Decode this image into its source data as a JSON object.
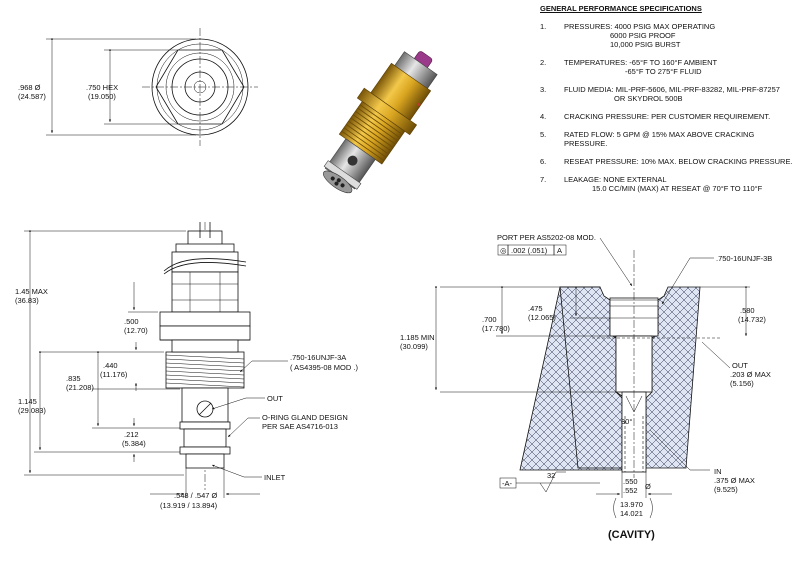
{
  "specs": {
    "title": "GENERAL PERFORMANCE SPECIFICATIONS",
    "items": [
      {
        "num": "1.",
        "label": "PRESSURES:",
        "lines": [
          "4000 PSIG MAX OPERATING",
          "6000 PSIG PROOF",
          "10,000 PSIG BURST"
        ]
      },
      {
        "num": "2.",
        "label": "TEMPERATURES:",
        "lines": [
          "-65°F TO 160°F AMBIENT",
          "-65°F TO 275°F FLUID"
        ]
      },
      {
        "num": "3.",
        "label": "FLUID MEDIA:",
        "lines": [
          "MIL-PRF-5606, MIL-PRF-83282, MIL-PRF-87257",
          "OR SKYDROL 500B"
        ]
      },
      {
        "num": "4.",
        "label": "CRACKING PRESSURE:",
        "lines": [
          "PER CUSTOMER REQUIREMENT."
        ]
      },
      {
        "num": "5.",
        "label": "RATED FLOW:",
        "lines": [
          "5 GPM @ 15% MAX ABOVE CRACKING PRESSURE."
        ]
      },
      {
        "num": "6.",
        "label": "RESEAT PRESSURE:",
        "lines": [
          "10% MAX. BELOW CRACKING PRESSURE."
        ]
      },
      {
        "num": "7.",
        "label": "LEAKAGE:",
        "lines": [
          "NONE EXTERNAL",
          "15.0 CC/MIN (MAX) AT RESEAT @ 70°F  TO 110°F"
        ]
      }
    ]
  },
  "end_view": {
    "dia_in": ".968 Ø",
    "dia_mm": "(24.587)",
    "hex_in": ".750 HEX",
    "hex_mm": "(19.050)"
  },
  "side_view": {
    "overall_in": "1.45 MAX",
    "overall_mm": "(36.83)",
    "d500_in": ".500",
    "d500_mm": "(12.70)",
    "d440_in": ".440",
    "d440_mm": "(11.176)",
    "d835_in": ".835",
    "d835_mm": "(21.208)",
    "d1145_in": "1.145",
    "d1145_mm": "(29.083)",
    "d212_in": ".212",
    "d212_mm": "(5.384)",
    "thread": ".750-16UNJF-3A",
    "thread_std": "( AS4395-08 MOD .)",
    "out": "OUT",
    "oring_1": "O-RING GLAND DESIGN",
    "oring_2": "PER SAE AS4716-013",
    "inlet": "INLET",
    "dia_in": ".548 / .547 Ø",
    "dia_mm": "(13.919 / 13.894)"
  },
  "cavity": {
    "port": "PORT PER AS5202-08 MOD.",
    "tol_symbol": "◎",
    "tol_value": ".002 (.051)",
    "tol_datum": "A",
    "thread": ".750-16UNJF-3B",
    "d1185_in": "1.185 MIN",
    "d1185_mm": "(30.099)",
    "d700_in": ".700",
    "d700_mm": "(17.780)",
    "d475_in": ".475",
    "d475_mm": "(12.065)",
    "d580_in": ".580",
    "d580_mm": "(14.732)",
    "out": "OUT",
    "out_dia_in": ".203 Ø MAX",
    "out_dia_mm": "(5.156)",
    "angle": "30°",
    "in": "IN",
    "in_dia_in": ".375 Ø MAX",
    "in_dia_mm": "(9.525)",
    "datum": "-A-",
    "finish": "32",
    "bore_in_1": ".550",
    "bore_in_2": ".552",
    "bore_dia": "Ø",
    "bore_mm_1": "13.970",
    "bore_mm_2": "14.021",
    "caption": "(CAVITY)"
  },
  "colors": {
    "brass": "#d9a520",
    "brass_dark": "#8a6410",
    "steel": "#b8b8b8",
    "cap_purple": "#9b3a8a"
  }
}
